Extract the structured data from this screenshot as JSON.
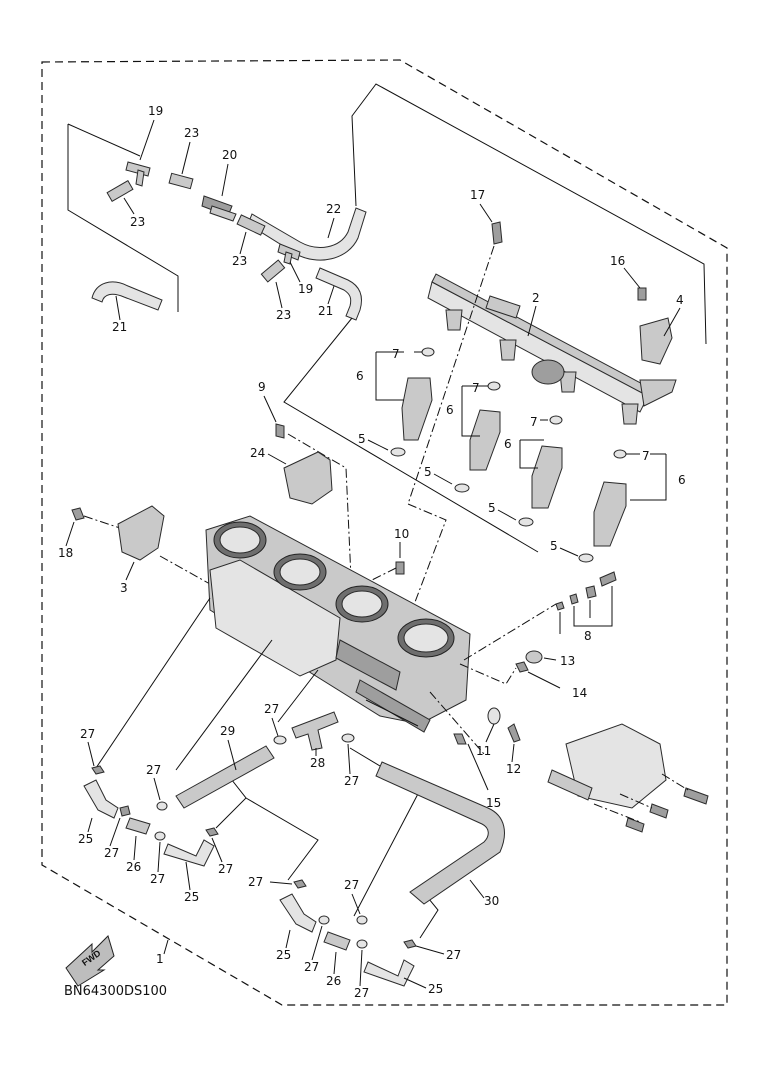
{
  "diagram": {
    "code": "BN64300DS100",
    "fwd_label": "FWD",
    "callouts": [
      {
        "id": "c1",
        "text": "1"
      },
      {
        "id": "c2",
        "text": "2"
      },
      {
        "id": "c3",
        "text": "3"
      },
      {
        "id": "c4",
        "text": "4"
      },
      {
        "id": "c5a",
        "text": "5"
      },
      {
        "id": "c5b",
        "text": "5"
      },
      {
        "id": "c5c",
        "text": "5"
      },
      {
        "id": "c5d",
        "text": "5"
      },
      {
        "id": "c6a",
        "text": "6"
      },
      {
        "id": "c6b",
        "text": "6"
      },
      {
        "id": "c6c",
        "text": "6"
      },
      {
        "id": "c6d",
        "text": "6"
      },
      {
        "id": "c7a",
        "text": "7"
      },
      {
        "id": "c7b",
        "text": "7"
      },
      {
        "id": "c7c",
        "text": "7"
      },
      {
        "id": "c7d",
        "text": "7"
      },
      {
        "id": "c8",
        "text": "8"
      },
      {
        "id": "c9",
        "text": "9"
      },
      {
        "id": "c10",
        "text": "10"
      },
      {
        "id": "c11",
        "text": "11"
      },
      {
        "id": "c12",
        "text": "12"
      },
      {
        "id": "c13",
        "text": "13"
      },
      {
        "id": "c14",
        "text": "14"
      },
      {
        "id": "c15",
        "text": "15"
      },
      {
        "id": "c16",
        "text": "16"
      },
      {
        "id": "c17",
        "text": "17"
      },
      {
        "id": "c18",
        "text": "18"
      },
      {
        "id": "c19a",
        "text": "19"
      },
      {
        "id": "c19b",
        "text": "19"
      },
      {
        "id": "c20",
        "text": "20"
      },
      {
        "id": "c21a",
        "text": "21"
      },
      {
        "id": "c21b",
        "text": "21"
      },
      {
        "id": "c22",
        "text": "22"
      },
      {
        "id": "c23a",
        "text": "23"
      },
      {
        "id": "c23b",
        "text": "23"
      },
      {
        "id": "c23c",
        "text": "23"
      },
      {
        "id": "c23d",
        "text": "23"
      },
      {
        "id": "c24",
        "text": "24"
      },
      {
        "id": "c25a",
        "text": "25"
      },
      {
        "id": "c25b",
        "text": "25"
      },
      {
        "id": "c25c",
        "text": "25"
      },
      {
        "id": "c25d",
        "text": "25"
      },
      {
        "id": "c26a",
        "text": "26"
      },
      {
        "id": "c26b",
        "text": "26"
      },
      {
        "id": "c27a",
        "text": "27"
      },
      {
        "id": "c27b",
        "text": "27"
      },
      {
        "id": "c27c",
        "text": "27"
      },
      {
        "id": "c27d",
        "text": "27"
      },
      {
        "id": "c27e",
        "text": "27"
      },
      {
        "id": "c27f",
        "text": "27"
      },
      {
        "id": "c27g",
        "text": "27"
      },
      {
        "id": "c27h",
        "text": "27"
      },
      {
        "id": "c27i",
        "text": "27"
      },
      {
        "id": "c27j",
        "text": "27"
      },
      {
        "id": "c27k",
        "text": "27"
      },
      {
        "id": "c27l",
        "text": "27"
      },
      {
        "id": "c28",
        "text": "28"
      },
      {
        "id": "c29",
        "text": "29"
      },
      {
        "id": "c30",
        "text": "30"
      }
    ]
  }
}
